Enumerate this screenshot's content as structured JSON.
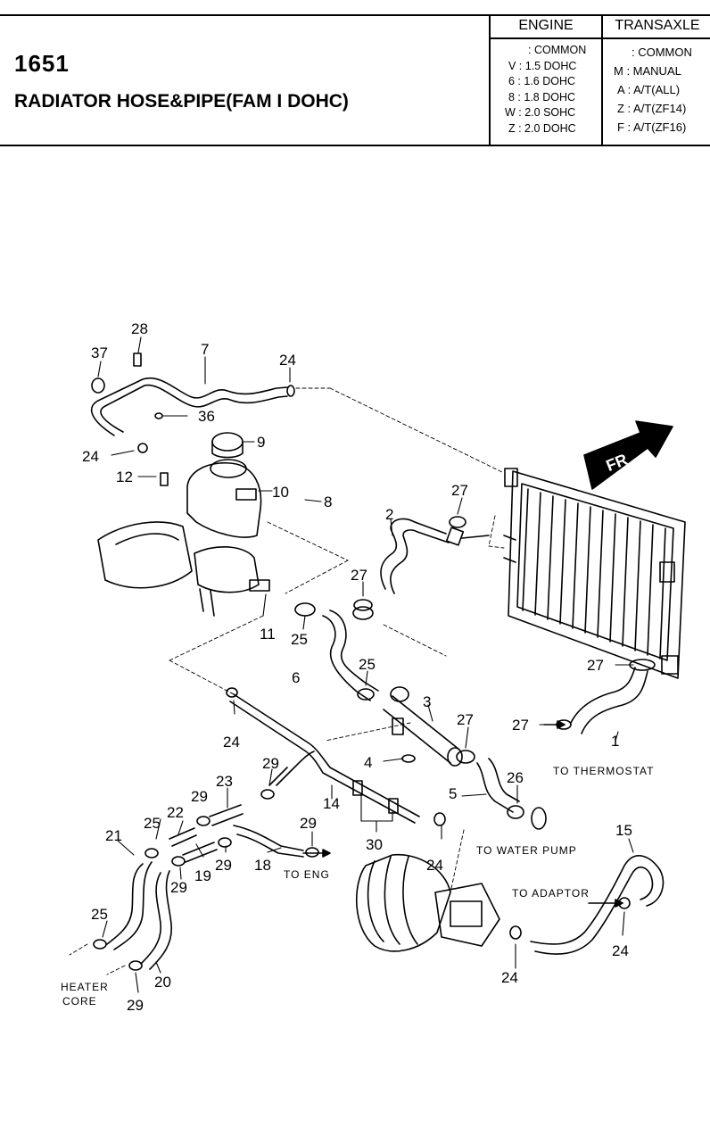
{
  "header": {
    "code": "1651",
    "title": "RADIATOR HOSE&PIPE(FAM I DOHC)"
  },
  "legend": {
    "engine_head": "ENGINE",
    "engine_rows": [
      ": COMMON",
      "V : 1.5 DOHC",
      "6 : 1.6 DOHC",
      "8 : 1.8 DOHC",
      "W : 2.0 SOHC",
      "Z : 2.0 DOHC"
    ],
    "transaxle_head": "TRANSAXLE",
    "transaxle_rows": [
      ": COMMON",
      "M : MANUAL",
      "A : A/T(ALL)",
      "Z : A/T(ZF14)",
      "F : A/T(ZF16)"
    ]
  },
  "diagram": {
    "direction_label": "FR",
    "part_numbers": [
      "28",
      "37",
      "7",
      "24",
      "36",
      "9",
      "24",
      "12",
      "10",
      "8",
      "27",
      "2",
      "27",
      "11",
      "25",
      "6",
      "25",
      "3",
      "27",
      "27",
      "27",
      "1",
      "24",
      "4",
      "29",
      "23",
      "26",
      "5",
      "14",
      "29",
      "22",
      "25",
      "21",
      "18",
      "29",
      "30",
      "24",
      "15",
      "19",
      "29",
      "25",
      "24",
      "24",
      "20",
      "29"
    ],
    "notes": {
      "to_thermostat": "TO THERMOSTAT",
      "to_water_pump": "TO WATER PUMP",
      "to_eng": "TO ENG",
      "to_adaptor": "TO ADAPTOR",
      "heater": "HEATER",
      "core": "CORE"
    }
  }
}
